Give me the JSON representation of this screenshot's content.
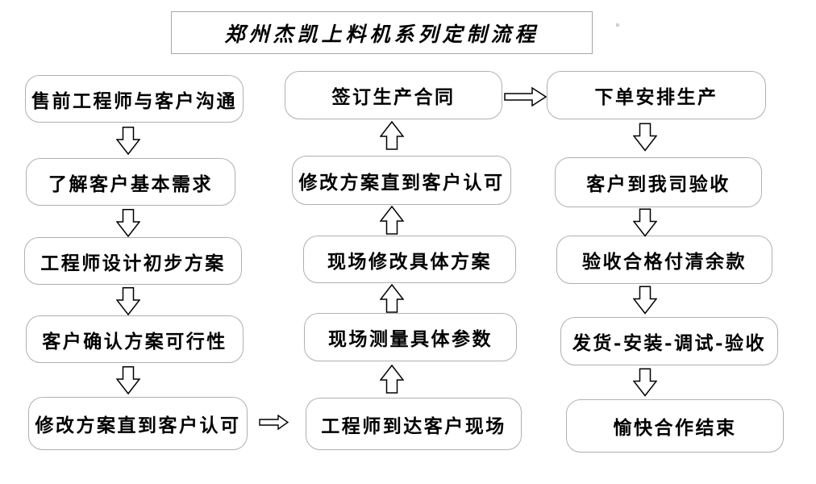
{
  "title": {
    "text": "郑州杰凯上料机系列定制流程"
  },
  "flow": {
    "left": [
      "售前工程师与客户沟通",
      "了解客户基本需求",
      "工程师设计初步方案",
      "客户确认方案可行性",
      "修改方案直到客户认可"
    ],
    "middle": [
      "签订生产合同",
      "修改方案直到客户认可",
      "现场修改具体方案",
      "现场测量具体参数",
      "工程师到达客户现场"
    ],
    "right": [
      "下单安排生产",
      "客户到我司验收",
      "验收合格付清余款",
      "发货-安装-调试-验收",
      "愉快合作结束"
    ]
  },
  "icons": {
    "down_arrow": "⇩ hollow block arrow down",
    "up_arrow": "⇧ hollow block arrow up",
    "right_arrow": "⇨ hollow block arrow right"
  },
  "colors": {
    "background": "#ffffff",
    "box_border": "#b0b0b0",
    "title_border": "#a6a6a6",
    "arrow_outline": "#000000",
    "arrow_fill": "#ffffff",
    "text": "#000000"
  }
}
